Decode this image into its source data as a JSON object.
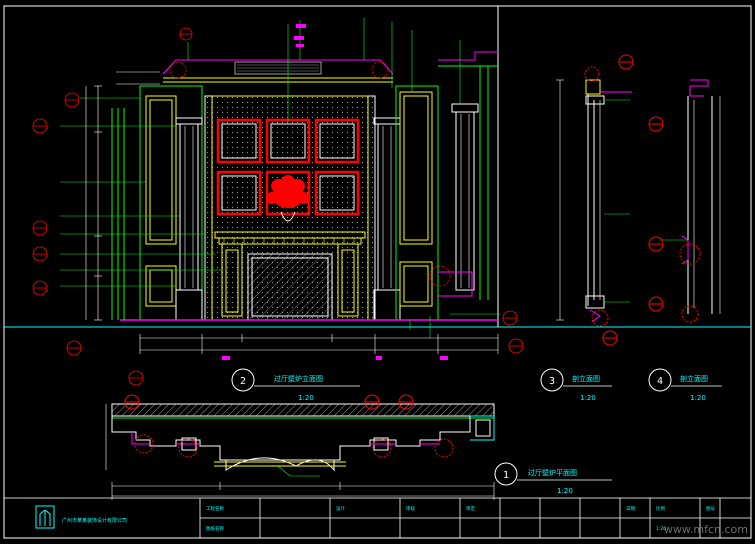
{
  "views": [
    {
      "number": "2",
      "title": "过厅壁炉立面图",
      "scale": "1:20"
    },
    {
      "number": "3",
      "title": "剖立面图",
      "scale": "1:20"
    },
    {
      "number": "4",
      "title": "剖立面图",
      "scale": "1:20"
    },
    {
      "number": "1",
      "title": "过厅壁炉平面图",
      "scale": "1:20"
    }
  ],
  "title_block": {
    "company": "广州市某某装饰设计有限公司",
    "project_label": "工程名称",
    "drawing_label": "图纸名称",
    "drawn_by": "设计",
    "checked_by": "审核",
    "approved_by": "审定",
    "scale_label": "比例",
    "scale_value": "1:20",
    "sheet_label": "图号",
    "date_label": "日期"
  },
  "watermark": "www.mfcn.com",
  "colors": {
    "background": "#000000",
    "frame": "#ffffff",
    "cyan": "#00ffff",
    "magenta": "#ff00ff",
    "yellow": "#ffff00",
    "green": "#00ff00",
    "red": "#ff0000",
    "orange": "#ff7700",
    "grey": "#9a9a9a"
  }
}
